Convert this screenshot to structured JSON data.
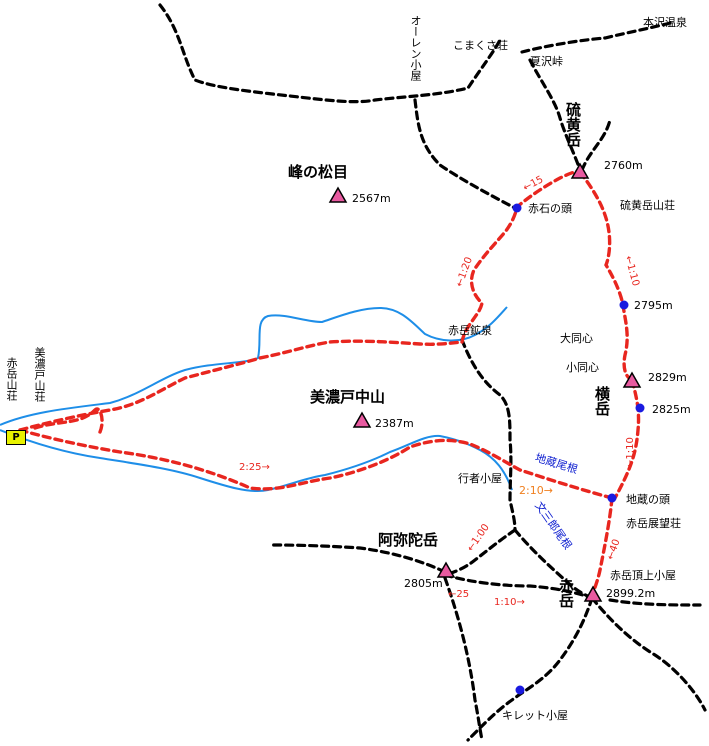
{
  "peaks": {
    "iodake": {
      "name": "硫黄岳",
      "elev": "2760m"
    },
    "minenomatsume": {
      "name": "峰の松目",
      "elev": "2567m"
    },
    "minotochuyama": {
      "name": "美濃戸中山",
      "elev": "2387m"
    },
    "amidadake": {
      "name": "阿弥陀岳",
      "elev": "2805m"
    },
    "akadake": {
      "name": "赤岳",
      "elev": "2899.2m"
    },
    "yokodake": {
      "name": "横岳",
      "elev": "2829m"
    }
  },
  "points": {
    "akaishi_no_atama": "赤石の頭",
    "p2795": "2795m",
    "p2825": "2825m",
    "jizo_no_atama": "地蔵の頭",
    "kiretto": "キレット小屋"
  },
  "huts": {
    "honzawa_onsen": "本沢温泉",
    "komakusa_so": "こまくさ荘",
    "natsuzawa_toge": "夏沢峠",
    "oren_goya": "オーレン小屋",
    "iodake_sanso": "硫黄岳山荘",
    "akadake_kosen": "赤岳鉱泉",
    "daidoshin": "大同心",
    "shodoshin": "小同心",
    "gyoja_goya": "行者小屋",
    "akadake_tenbo_so": "赤岳展望荘",
    "akadake_chojo_goya": "赤岳頂上小屋",
    "akadake_sanso": "赤岳山荘",
    "minoto_sanso": "美濃戸山荘"
  },
  "ridges": {
    "jizo_one": "地蔵尾根",
    "bunzaburo_one": "文三郎尾根"
  },
  "times": {
    "t_15": "←15",
    "t_120": "←1:20",
    "t_110": "←1:10",
    "t_110b": "←1:10",
    "t_40": "←40",
    "t_225": "2:25→",
    "t_210": "2:10→",
    "t_100": "←1:00",
    "t_25": "←25",
    "t_110c": "1:10→"
  },
  "parking": {
    "label": "P"
  },
  "colors": {
    "route": "#e8261f",
    "trail": "#000000",
    "river": "#1e8ee8",
    "peak": "#e85aa0",
    "point": "#1a1ae0"
  }
}
